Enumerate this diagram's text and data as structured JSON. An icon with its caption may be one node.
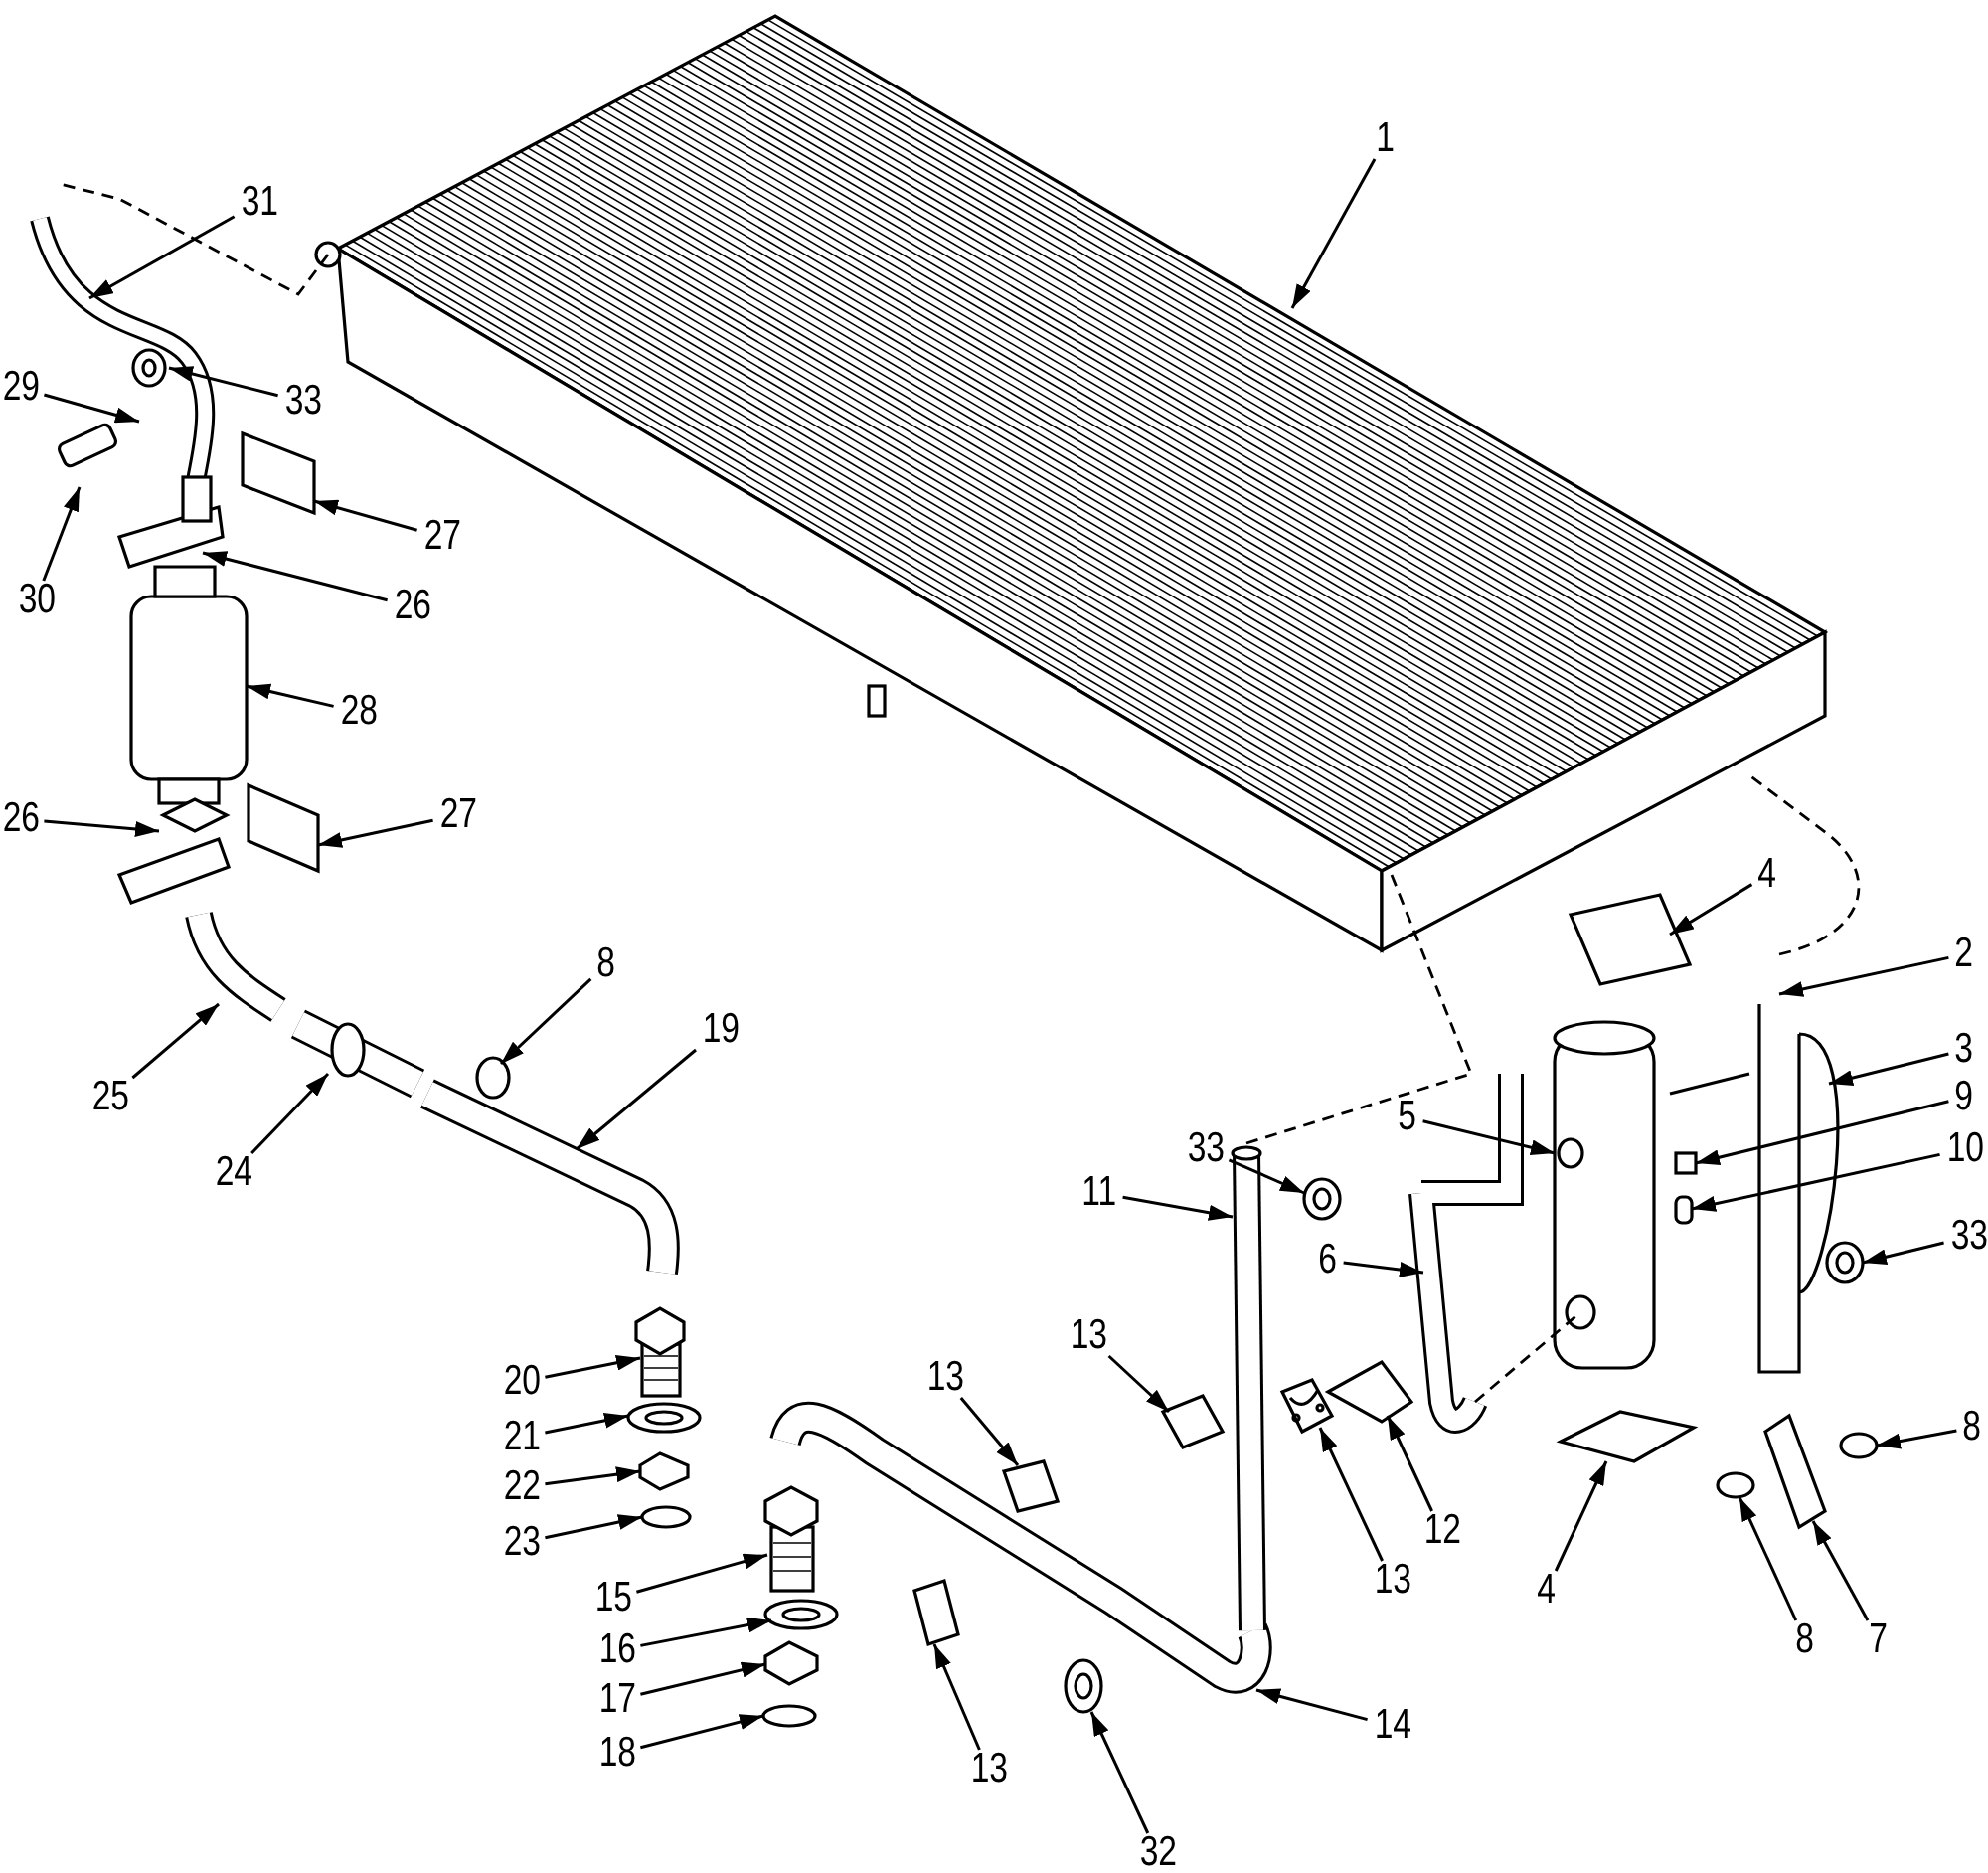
{
  "diagram": {
    "nodes": [
      {
        "text": [
          "1"
        ]
      },
      {
        "text": [
          "31"
        ]
      },
      {
        "text": [
          "29"
        ]
      },
      {
        "text": [
          "33"
        ]
      },
      {
        "text": [
          "30"
        ]
      },
      {
        "text": [
          "27"
        ]
      },
      {
        "text": [
          "26"
        ]
      },
      {
        "text": [
          "28"
        ]
      },
      {
        "text": [
          "26"
        ]
      },
      {
        "text": [
          "27"
        ]
      },
      {
        "text": [
          "4"
        ]
      },
      {
        "text": [
          "2"
        ]
      },
      {
        "text": [
          "8"
        ]
      },
      {
        "text": [
          "19"
        ]
      },
      {
        "text": [
          "25"
        ]
      },
      {
        "text": [
          "3"
        ]
      },
      {
        "text": [
          "24"
        ]
      },
      {
        "text": [
          "9"
        ]
      },
      {
        "text": [
          "5"
        ]
      },
      {
        "text": [
          "10"
        ]
      },
      {
        "text": [
          "33"
        ]
      },
      {
        "text": [
          "11"
        ]
      },
      {
        "text": [
          "33"
        ]
      },
      {
        "text": [
          "6"
        ]
      },
      {
        "text": [
          "13"
        ]
      },
      {
        "text": [
          "13"
        ]
      },
      {
        "text": [
          "20"
        ]
      },
      {
        "text": [
          "21"
        ]
      },
      {
        "text": [
          "8"
        ]
      },
      {
        "text": [
          "22"
        ]
      },
      {
        "text": [
          "12"
        ]
      },
      {
        "text": [
          "23"
        ]
      },
      {
        "text": [
          "13"
        ]
      },
      {
        "text": [
          "15"
        ]
      },
      {
        "text": [
          "4"
        ]
      },
      {
        "text": [
          "8"
        ]
      },
      {
        "text": [
          "7"
        ]
      },
      {
        "text": [
          "16"
        ]
      },
      {
        "text": [
          "17"
        ]
      },
      {
        "text": [
          "14"
        ]
      },
      {
        "text": [
          "18"
        ]
      },
      {
        "text": [
          "13"
        ]
      },
      {
        "text": [
          "32"
        ]
      },
      {
        "text": [],
        "shape": "circle"
      },
      {
        "text": [],
        "shape": "picture"
      },
      {
        "text": [],
        "shape": "circle"
      },
      {
        "text": [],
        "shape": "circle"
      },
      {
        "text": [],
        "shape": "hexagon"
      },
      {
        "text": [],
        "shape": "picture"
      },
      {
        "text": [],
        "shape": "circle"
      },
      {
        "text": [],
        "shape": "picture"
      },
      {
        "text": [],
        "shape": "picture"
      },
      {
        "text": [],
        "shape": "circle"
      },
      {
        "text": [],
        "shape": "hexagon"
      },
      {
        "text": [],
        "shape": "circle"
      }
    ],
    "edges": [
      {
        "from": 0,
        "to": null,
        "arrow": "to"
      },
      {
        "from": 1,
        "to": null,
        "arrow": "to"
      },
      {
        "from": 2,
        "to": null,
        "arrow": "to"
      },
      {
        "from": 3,
        "to": null,
        "arrow": "to"
      },
      {
        "from": 4,
        "to": null,
        "arrow": "to"
      },
      {
        "from": 5,
        "to": null,
        "arrow": "to"
      },
      {
        "from": 6,
        "to": null,
        "arrow": "to"
      },
      {
        "from": 7,
        "to": null,
        "arrow": "to"
      },
      {
        "from": 8,
        "to": null,
        "arrow": "to"
      },
      {
        "from": 9,
        "to": null,
        "arrow": "to"
      },
      {
        "from": 10,
        "to": null,
        "arrow": "to"
      },
      {
        "from": 11,
        "to": null,
        "arrow": "to"
      },
      {
        "from": 12,
        "to": null,
        "arrow": "to"
      },
      {
        "from": 13,
        "to": null,
        "arrow": "to"
      },
      {
        "from": 14,
        "to": null,
        "arrow": "to"
      },
      {
        "from": 15,
        "to": null,
        "arrow": "to"
      },
      {
        "from": 16,
        "to": null,
        "arrow": "to"
      },
      {
        "from": 17,
        "to": null,
        "arrow": "to"
      },
      {
        "from": 18,
        "to": null,
        "arrow": "to"
      },
      {
        "from": 19,
        "to": null,
        "arrow": "to"
      },
      {
        "from": 20,
        "to": 43,
        "arrow": "to"
      },
      {
        "from": 21,
        "to": 44,
        "arrow": "to"
      },
      {
        "from": 22,
        "to": null,
        "arrow": "to"
      },
      {
        "from": 23,
        "to": null,
        "arrow": "to"
      },
      {
        "from": 24,
        "to": null,
        "arrow": "to"
      },
      {
        "from": 25,
        "to": null,
        "arrow": "to"
      },
      {
        "from": 26,
        "to": 50,
        "arrow": "to"
      },
      {
        "from": 27,
        "to": 49,
        "arrow": "to"
      },
      {
        "from": 28,
        "to": null,
        "arrow": "to"
      },
      {
        "from": 29,
        "to": 47,
        "arrow": "to"
      },
      {
        "from": 30,
        "to": null,
        "arrow": "to"
      },
      {
        "from": 31,
        "to": 45,
        "arrow": "to"
      },
      {
        "from": 32,
        "to": 48,
        "arrow": "to"
      },
      {
        "from": 33,
        "to": 51,
        "arrow": "to"
      },
      {
        "from": 34,
        "to": null,
        "arrow": "to"
      },
      {
        "from": 35,
        "to": null,
        "arrow": "to"
      },
      {
        "from": 36,
        "to": null,
        "arrow": "to"
      },
      {
        "from": 37,
        "to": 52,
        "arrow": "to"
      },
      {
        "from": 38,
        "to": 53,
        "arrow": "to"
      },
      {
        "from": 39,
        "to": null,
        "arrow": "to"
      },
      {
        "from": 40,
        "to": 54,
        "arrow": "to"
      },
      {
        "from": 41,
        "to": null,
        "arrow": "to"
      },
      {
        "from": 42,
        "to": 46,
        "arrow": "to"
      }
    ]
  }
}
